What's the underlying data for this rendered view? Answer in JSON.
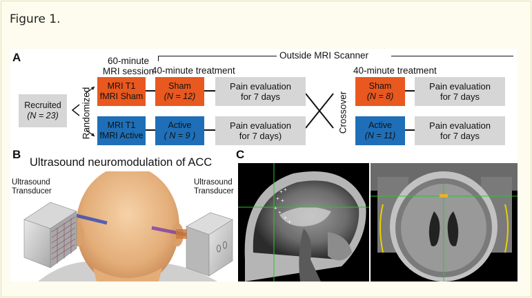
{
  "figure_title": "Figure 1.",
  "panel_a": {
    "label": "A",
    "outside_scanner": "Outside MRI Scanner",
    "session_line1": "60-minute",
    "session_line2": "MRI session",
    "treatment_left": "40-minute treatment",
    "treatment_right": "40-minute treatment",
    "recruited_line1": "Recruited",
    "recruited_line2": "(N = 23)",
    "randomized": "Randomized",
    "crossover": "Crossover",
    "mri_sham_line1": "MRI T1",
    "mri_sham_line2": "fMRI Sham",
    "mri_active_line1": "MRI T1",
    "mri_active_line2": "fMRI Active",
    "sham1_line1": "Sham",
    "sham1_line2": "(N = 12)",
    "active1_line1": "Active",
    "active1_line2": "( N = 9 )",
    "pain1_line1": "Pain evaluation",
    "pain1_line2": "for 7 days",
    "pain2_line1": "Pain evaluation",
    "pain2_line2": "for 7 days)",
    "sham2_line1": "Sham",
    "sham2_line2": "(N = 8)",
    "active2_line1": "Active",
    "active2_line2": "(N = 11)",
    "pain3_line1": "Pain evaluation",
    "pain3_line2": "for 7 days",
    "pain4_line1": "Pain evaluation",
    "pain4_line2": "for 7 days",
    "colors": {
      "sham": "#e8581f",
      "active": "#1e6fb8",
      "eval": "#d6d6d6"
    }
  },
  "panel_b": {
    "label": "B",
    "title": "Ultrasound neuromodulation of ACC",
    "left_line1": "Ultrasound",
    "left_line2": "Transducer",
    "right_line1": "Ultrasound",
    "right_line2": "Transducer"
  },
  "panel_c": {
    "label": "C"
  }
}
